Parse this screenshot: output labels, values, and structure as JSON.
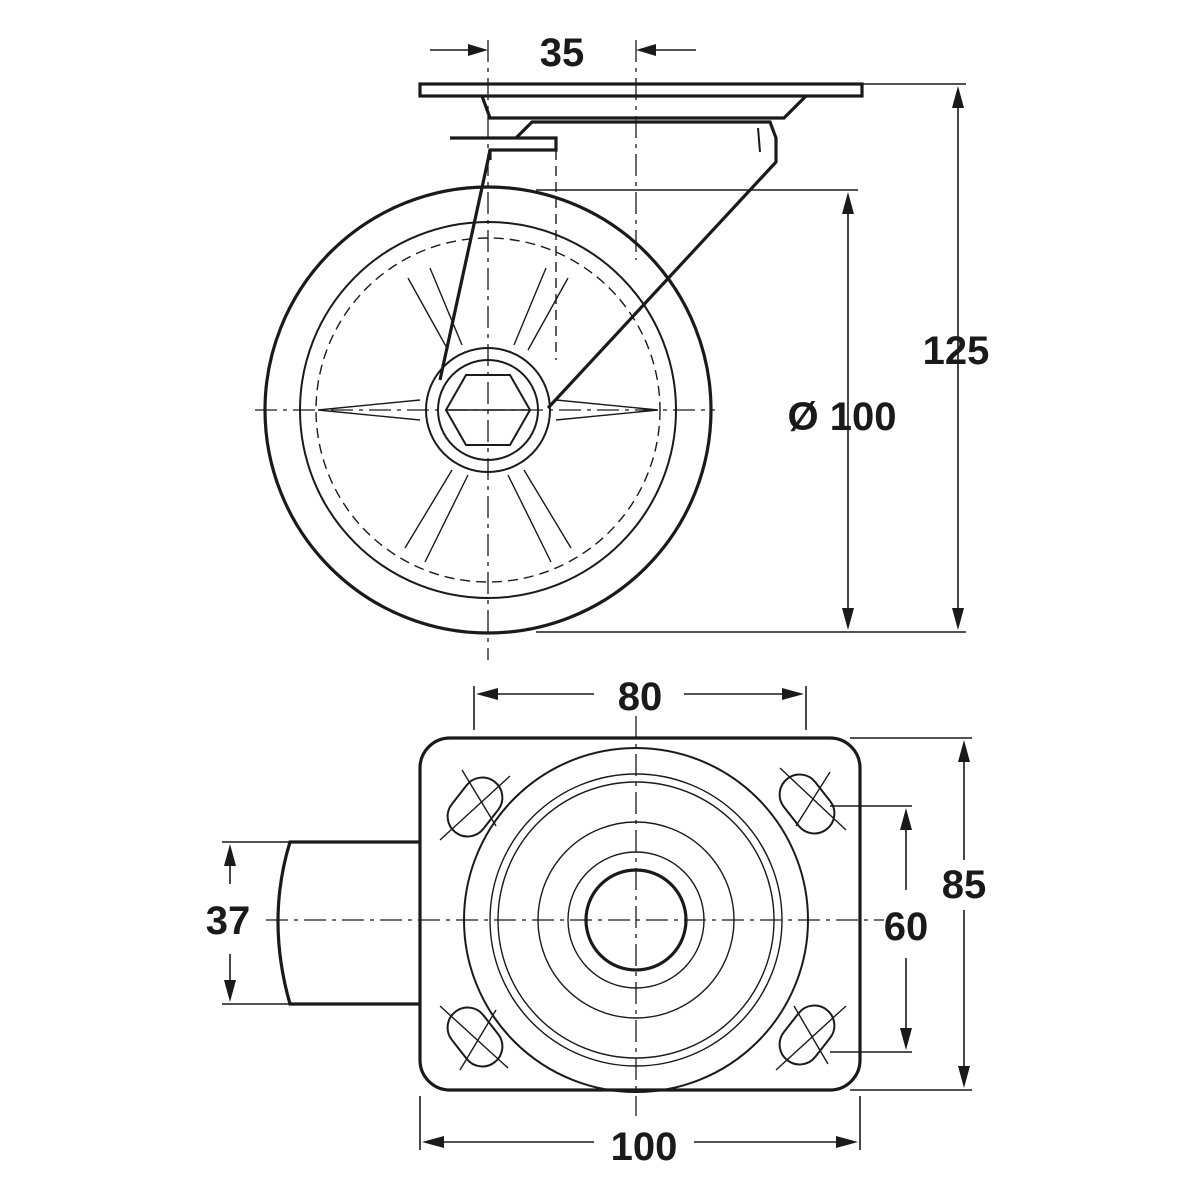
{
  "dimensions": {
    "mount_offset": "35",
    "wheel_diameter": "Ø 100",
    "total_height": "125",
    "hole_spacing_x": "80",
    "hole_spacing_y": "60",
    "plate_height": "85",
    "plate_width": "100",
    "swivel_width": "37"
  },
  "colors": {
    "line": "#1a1a1a",
    "background": "#ffffff"
  }
}
